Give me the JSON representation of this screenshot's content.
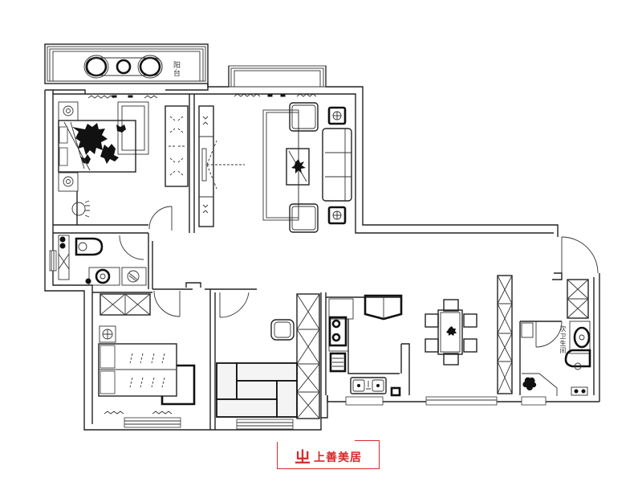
{
  "diagram": {
    "type": "floor-plan",
    "title": "Apartment floor plan (3 bedrooms, living, dining, kitchen, 2 bathrooms)",
    "line_color": "#222222",
    "background": "#ffffff"
  },
  "labels": {
    "balcony": "阳台",
    "guest_bath": "次卫生间"
  },
  "rooms": [
    {
      "id": "balcony",
      "label": "阳台",
      "contents": [
        "round table",
        "two round chairs"
      ]
    },
    {
      "id": "master-bedroom",
      "contents": [
        "double bed",
        "two nightstands",
        "rug",
        "wardrobe",
        "desk chair"
      ]
    },
    {
      "id": "master-bath",
      "contents": [
        "toilet",
        "washing machine",
        "wash basin"
      ]
    },
    {
      "id": "living-room",
      "contents": [
        "3-seat sofa",
        "two armchairs",
        "coffee table",
        "two side tables",
        "TV cabinet"
      ]
    },
    {
      "id": "bedroom-2",
      "contents": [
        "single bed",
        "wardrobe",
        "nightstand"
      ]
    },
    {
      "id": "study",
      "contents": [
        "chair",
        "desk/tatami platform",
        "bookshelf"
      ]
    },
    {
      "id": "kitchen",
      "contents": [
        "gas stove",
        "double sink",
        "refrigerator",
        "dishwasher"
      ]
    },
    {
      "id": "dining",
      "contents": [
        "6-seat dining table"
      ]
    },
    {
      "id": "guest-bath",
      "label": "次卫生间",
      "contents": [
        "toilet",
        "wash basin",
        "shower",
        "storage cabinet"
      ]
    }
  ],
  "logo": {
    "mark": "ㄓ",
    "text": "上善美居",
    "color": "#d42b2b"
  }
}
